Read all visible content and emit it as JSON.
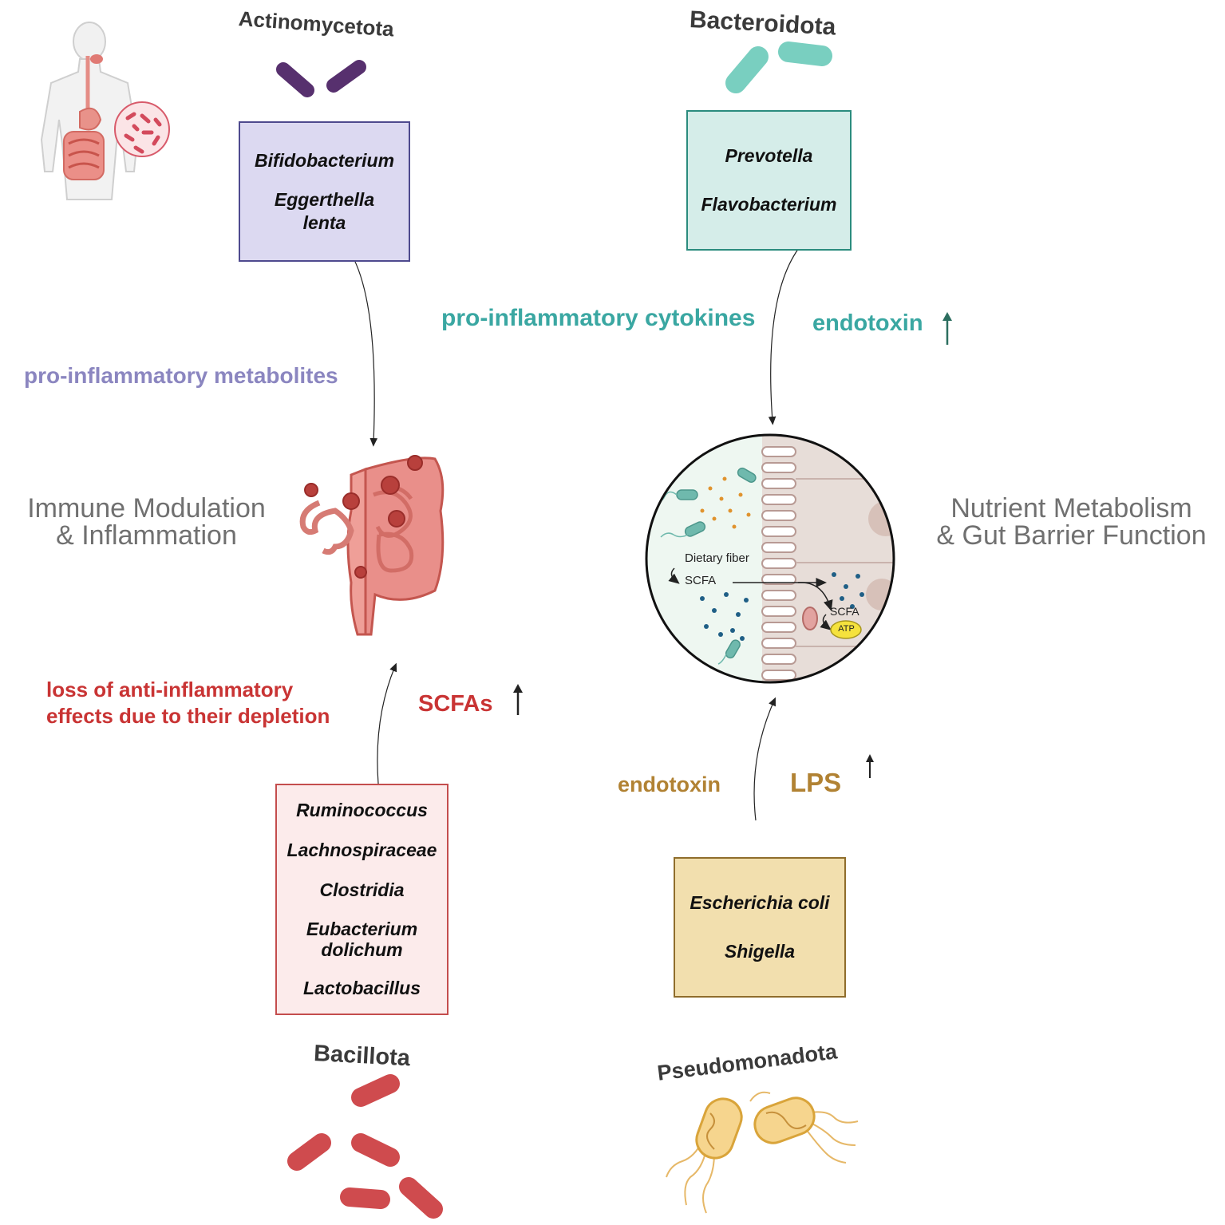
{
  "phyla": {
    "actinomycetota": "Actinomycetota",
    "bacteroidota": "Bacteroidota",
    "bacillota": "Bacillota",
    "pseudomonadota": "Pseudomonadota"
  },
  "boxes": {
    "actino": [
      "Bifidobacterium",
      "Eggerthella lenta"
    ],
    "bactero": [
      "Prevotella",
      "Flavobacterium"
    ],
    "bacillo": [
      "Ruminococcus",
      "Lachnospiraceae",
      "Clostridia",
      "Eubacterium dolichum",
      "Lactobacillus"
    ],
    "pseudo": [
      "Escherichia coli",
      "Shigella"
    ]
  },
  "labels": {
    "pro_metabolites": "pro-inflammatory metabolites",
    "pro_cytokines": "pro-inflammatory cytokines",
    "endotoxin_top": "endotoxin",
    "loss_line1": "loss of anti-inflammatory",
    "loss_line2": "effects due to their depletion",
    "scfas": "SCFAs",
    "endotoxin_bottom": "endotoxin",
    "lps": "LPS"
  },
  "titles": {
    "immune_line1": "Immune Modulation",
    "immune_line2": "& Inflammation",
    "nutrient_line1": "Nutrient Metabolism",
    "nutrient_line2": "& Gut Barrier Function"
  },
  "circle": {
    "dietary_fiber": "Dietary fiber",
    "scfa_left": "SCFA",
    "scfa_right": "SCFA",
    "atp": "ATP"
  },
  "colors": {
    "actino_fill": "#dcd9f1",
    "actino_border": "#4e4a8e",
    "bactero_fill": "#d5ede9",
    "bactero_border": "#2b8c7e",
    "bacillo_fill": "#fcebeb",
    "bacillo_border": "#c44d4d",
    "pseudo_fill": "#f2dfae",
    "pseudo_border": "#8f6d2c",
    "purple_text": "#8b86c0",
    "teal_text": "#3aa7a2",
    "red_text": "#c93434",
    "brown_text": "#b18233"
  }
}
